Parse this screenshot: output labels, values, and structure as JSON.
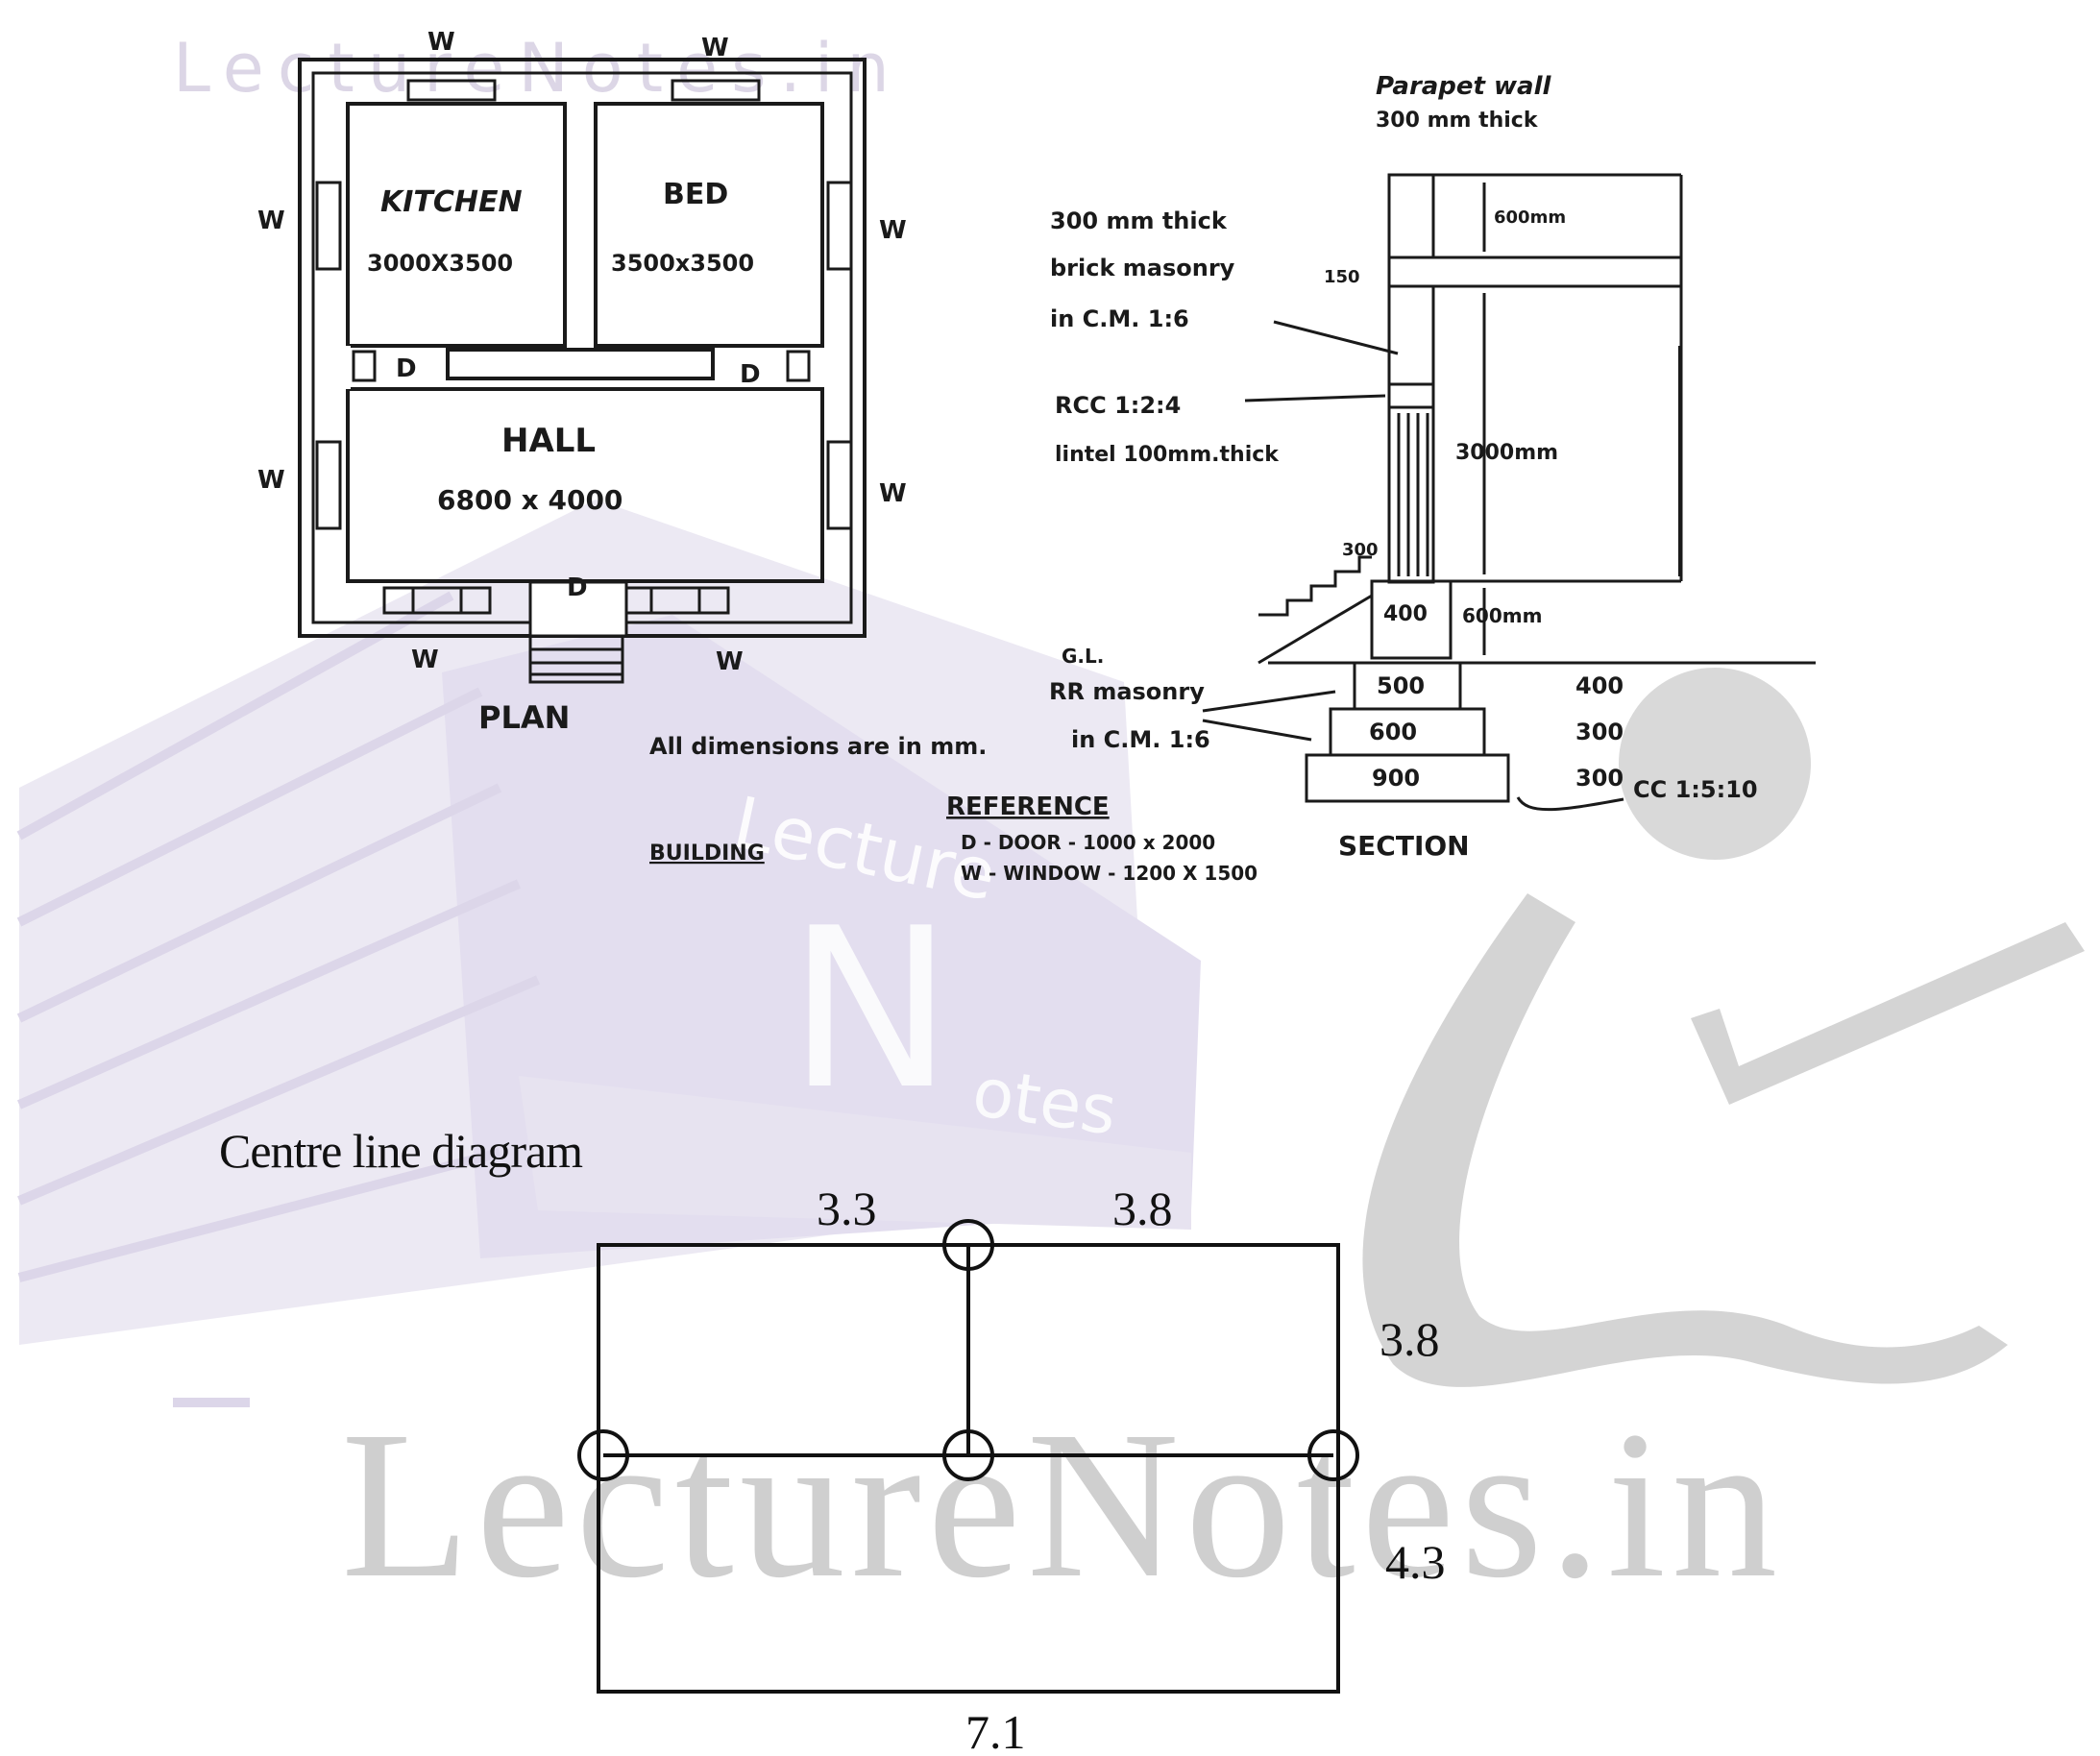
{
  "watermark": {
    "brand_top": "LectureNotes.in",
    "brand_bottom": "LectureNotes.in",
    "logo_word_1": "Lecture",
    "logo_word_2": "N",
    "logo_word_3": "otes",
    "logo_word_4": ".in"
  },
  "plan": {
    "rooms": {
      "kitchen": {
        "name": "KITCHEN",
        "size": "3000X3500"
      },
      "bed": {
        "name": "BED",
        "size": "3500x3500"
      },
      "hall": {
        "name": "HALL",
        "size": "6800 x 4000"
      }
    },
    "door_label": "D",
    "window_label": "W",
    "title": "PLAN"
  },
  "notes": {
    "all_dimensions": "All dimensions are in mm.",
    "building": "BUILDING",
    "reference_title": "REFERENCE",
    "reference_door": "D - DOOR - 1000 x 2000",
    "reference_window": "W - WINDOW - 1200 X 1500"
  },
  "section": {
    "parapet": "Parapet wall",
    "parapet_thick": "300 mm thick",
    "brick_1": "300 mm thick",
    "brick_2": "brick masonry",
    "brick_3": "in C.M. 1:6",
    "rcc_1": "RCC 1:2:4",
    "rcc_2": "lintel 100mm.thick",
    "rr_1": "RR masonry",
    "rr_2": "in C.M. 1:6",
    "gl": "G.L.",
    "cc": "CC 1:5:10",
    "title": "SECTION",
    "dim_600_top": "600mm",
    "dim_150": "150",
    "dim_3000": "3000mm",
    "dim_300_step": "300",
    "dim_400": "400",
    "dim_600_bottom": "600mm",
    "footing_500": "500",
    "footing_600": "600",
    "footing_900": "900",
    "depth_400": "400",
    "depth_300a": "300",
    "depth_300b": "300"
  },
  "centre_line": {
    "title": "Centre line diagram",
    "top_left": "3.3",
    "top_right": "3.8",
    "right_upper": "3.8",
    "right_lower": "4.3",
    "bottom": "7.1"
  }
}
